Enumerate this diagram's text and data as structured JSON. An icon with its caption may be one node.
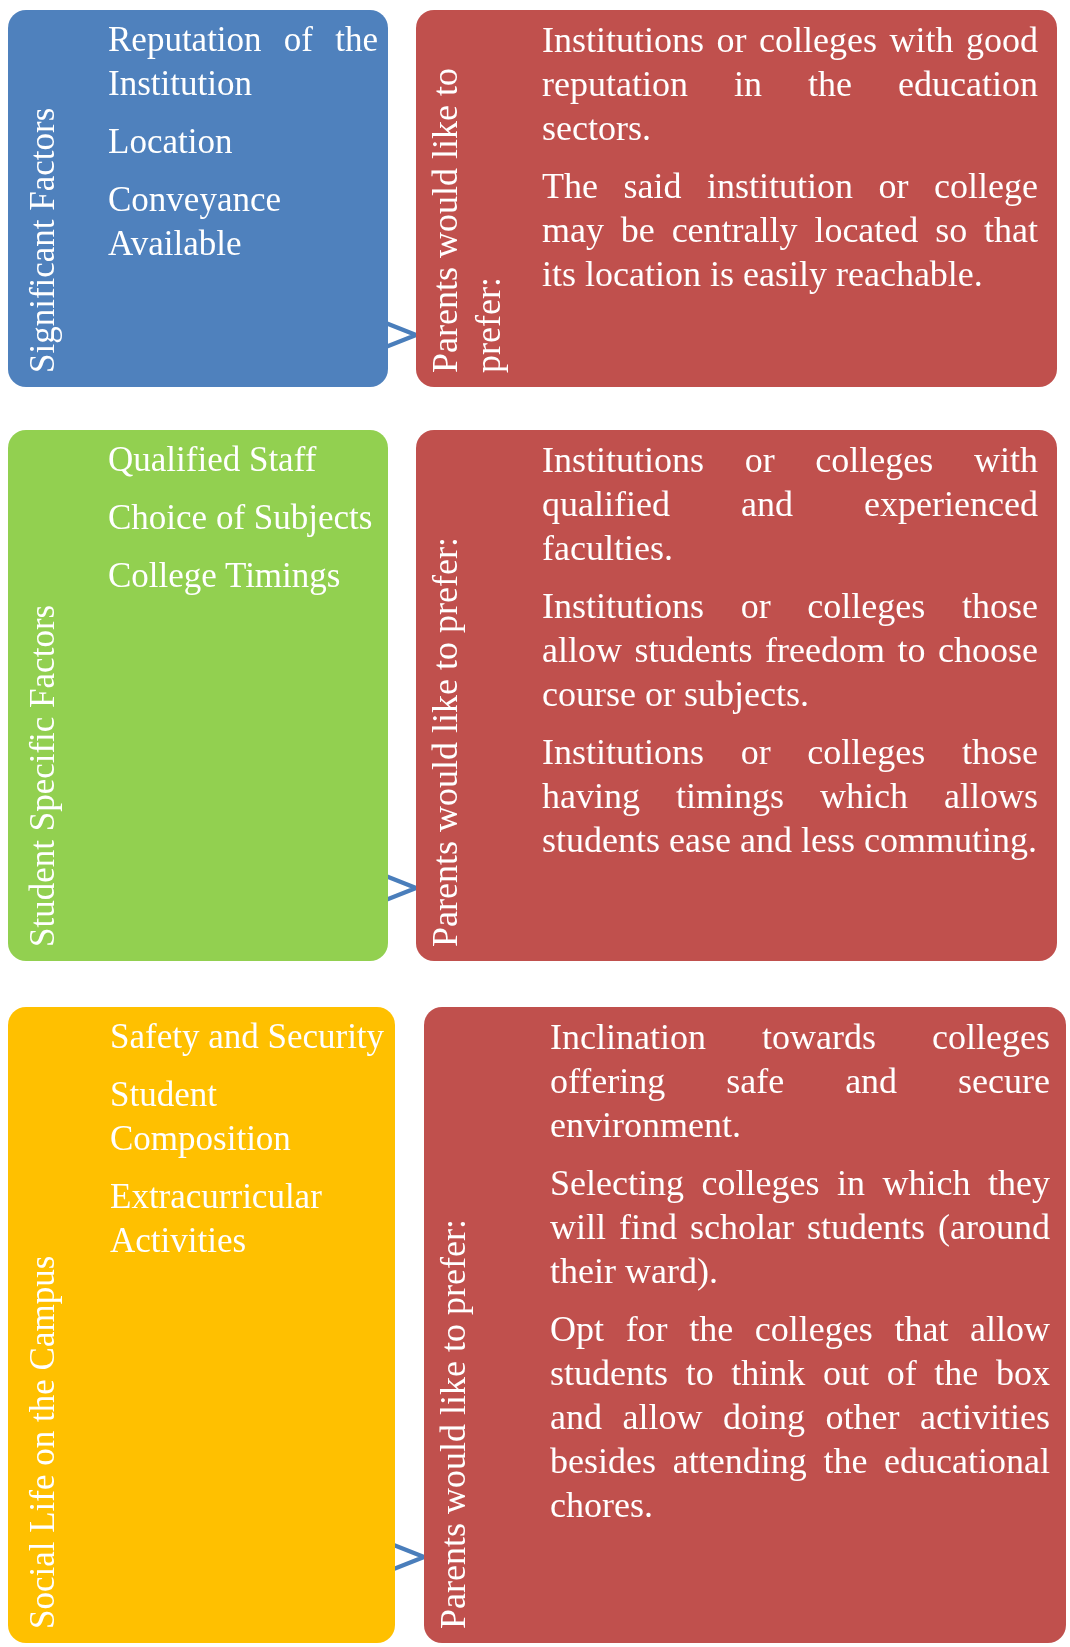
{
  "diagram": {
    "nodes": [
      {
        "text": [
          "Significant Factors",
          "Reputation of the Institution",
          "Location",
          "Conveyance Available"
        ]
      },
      {
        "text": [
          "Parents would like to prefer:",
          "Institutions or colleges with good reputation in the education sectors.",
          "The said institution or college may be centrally located so that its location is easily reachable."
        ]
      },
      {
        "text": [
          "Student Specific Factors",
          "Qualified Staff",
          "Choice of Subjects",
          "College Timings"
        ]
      },
      {
        "text": [
          "Parents would like to prefer:",
          "Institutions or colleges with qualified and experienced faculties.",
          "Institutions or colleges those allow students freedom to choose course or subjects.",
          "Institutions or colleges those having timings which allows students ease and less commuting."
        ]
      },
      {
        "text": [
          "Social Life on the Campus",
          "Safety and Security",
          "Student Composition",
          "Extracurricular Activities"
        ]
      },
      {
        "text": [
          "Parents would like to prefer:",
          "Inclination towards colleges offering safe and secure environment.",
          "Selecting colleges in which they will find scholar students (around their ward).",
          "Opt for the colleges that allow students to think out of the box and allow doing other activities besides attending the educational chores."
        ]
      }
    ],
    "edges": [
      {
        "from": 0,
        "to": 1,
        "arrow": "to"
      },
      {
        "from": 2,
        "to": 3,
        "arrow": "to"
      },
      {
        "from": 4,
        "to": 5,
        "arrow": "to"
      }
    ]
  }
}
